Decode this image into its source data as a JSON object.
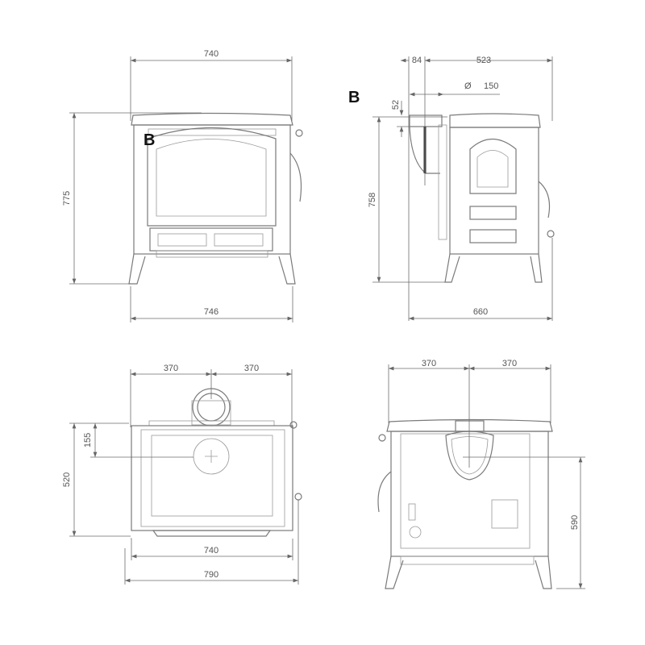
{
  "front_view": {
    "label_b": "B",
    "width_top": "740",
    "width_bottom": "746",
    "height": "775"
  },
  "side_view": {
    "label_b": "B",
    "flue_offset": "84",
    "depth_top": "523",
    "diameter_symbol": "Ø",
    "flue_diameter": "150",
    "flue_height": "52",
    "height": "758",
    "depth_total": "660"
  },
  "top_view": {
    "half_left": "370",
    "half_right": "370",
    "flue_depth": "155",
    "depth": "520",
    "width_body": "740",
    "width_total": "790"
  },
  "rear_view": {
    "half_left": "370",
    "half_right": "370",
    "flue_height": "590"
  }
}
